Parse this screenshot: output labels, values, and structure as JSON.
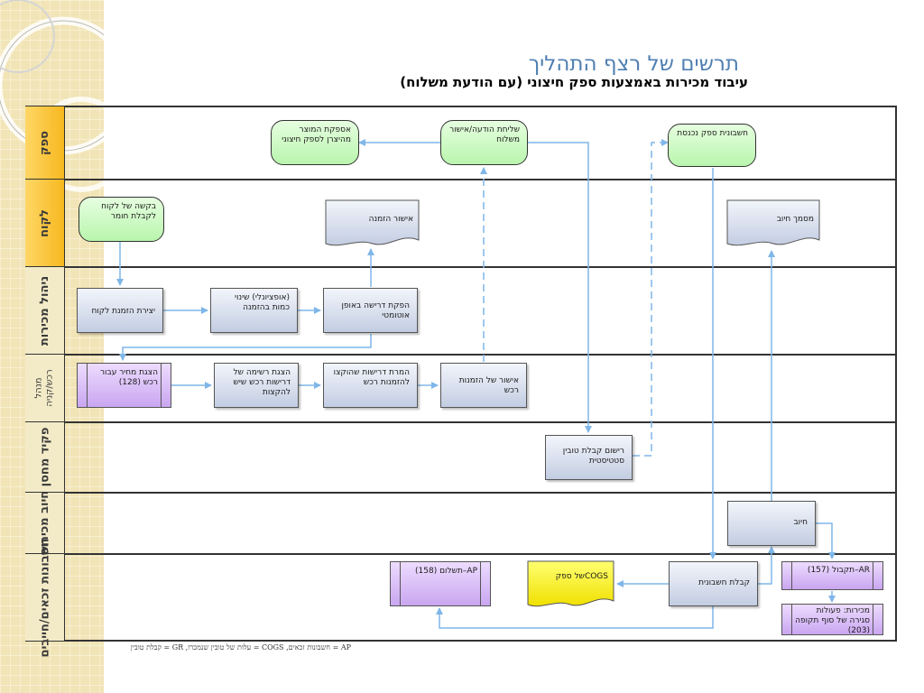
{
  "title": "תרשים של רצף התהליך",
  "subtitle": "עיבוד מכירות באמצעות ספק חיצוני (עם הודעת משלוח)",
  "lanes": [
    {
      "label": "ספק"
    },
    {
      "label": "לקוח"
    },
    {
      "label": "ניהול מכירות"
    },
    {
      "label": "מנהל רכש/קניה"
    },
    {
      "label": "פקיד מחסן"
    },
    {
      "label": "חיוב מכירות"
    },
    {
      "label": "חשבונות זכאים/חייבים"
    }
  ],
  "nodes": {
    "vendor_delivery": "אספקת המוצר מהיצרן לספק חיצוני",
    "send_shipping_notice": "שליחת הודעה/אישור משלוח",
    "vendor_invoice": "חשבונית ספק נכנסת",
    "customer_request": "בקשה של לקוח לקבלת חומר",
    "order_confirmation": "אישור הזמנה",
    "billing_document": "מסמך חיוב",
    "create_sales_order": "יצירת הזמנת לקוח",
    "change_quantity": "(אופציונלי) שינוי כמות בהזמנה",
    "auto_requisition": "הפקת דרישה באופן אוטומטי",
    "purchase_price_offer": "הצגת מחיר עבור רכש (128)",
    "list_requisitions": "הצגת רשימה של דרישות רכש שיש להקצות",
    "convert_requisitions": "המרת דרישות שהוקצו להזמנות רכש",
    "approve_po": "אישור של הזמנות רכש",
    "statistical_gr": "רישום קבלת טובין סטטיסטית",
    "billing": "חיוב",
    "invoice_receipt": "קבלת חשבונית",
    "vendor_cogs": "COGSשל ספק",
    "ap_payment": "AP–תשלום (158)",
    "ar_receipt": "AR–תקבול (157)",
    "period_close": "מכירות: פעולות סגירה של סוף תקופה (203)"
  },
  "footnote": "AP = חשבונות זכאים, COGS = עלות של טובין שנמכרו, GR = קבלת טובין"
}
